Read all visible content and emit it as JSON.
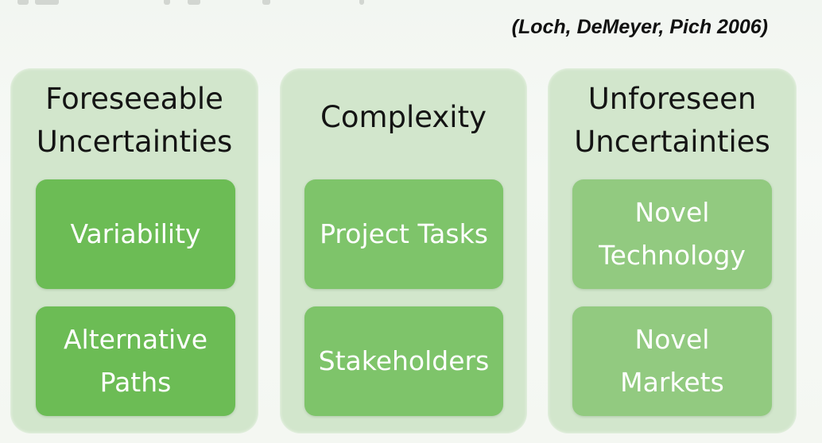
{
  "citation": "(Loch, DeMeyer, Pich 2006)",
  "columns": [
    {
      "title": "Foreseeable Uncertainties",
      "items": [
        "Variability",
        "Alternative Paths"
      ]
    },
    {
      "title": "Complexity",
      "items": [
        "Project Tasks",
        "Stakeholders"
      ]
    },
    {
      "title": "Unforeseen Uncertainties",
      "items": [
        "Novel Technology",
        "Novel Markets"
      ]
    }
  ],
  "colors": {
    "column_background": "#d2e6cc",
    "foreseeable_card": "#6cbc55",
    "complexity_card": "#7ec46a",
    "unforeseen_card": "#92ca80"
  }
}
